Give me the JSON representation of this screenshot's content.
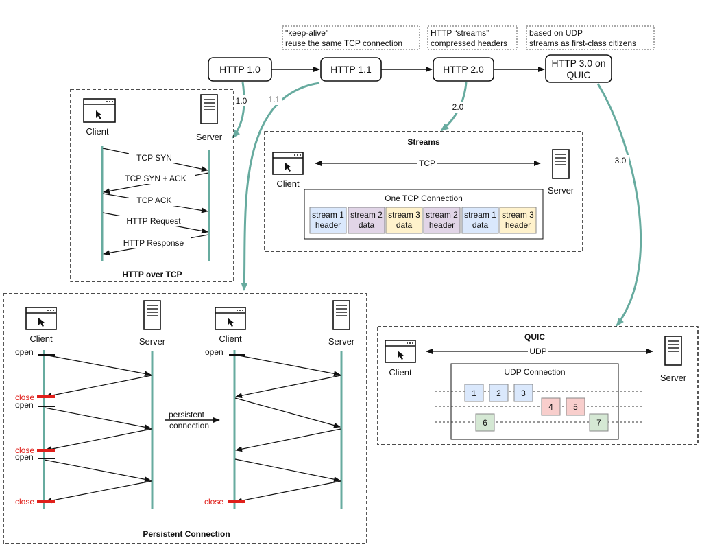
{
  "versions": {
    "v10": "HTTP 1.0",
    "v11": "HTTP 1.1",
    "v20": "HTTP 2.0",
    "v30_line1": "HTTP 3.0 on",
    "v30_line2": "QUIC"
  },
  "notes": {
    "v11_line1": "\"keep-alive\"",
    "v11_line2": "reuse the same TCP connection",
    "v20_line1": "HTTP “streams”",
    "v20_line2": "compressed headers",
    "v30_line1": "based on UDP",
    "v30_line2": "streams as first-class citizens"
  },
  "edge_labels": {
    "e10": "1.0",
    "e11": "1.1",
    "e20": "2.0",
    "e30": "3.0"
  },
  "tcp_panel": {
    "client": "Client",
    "server": "Server",
    "caption": "HTTP over TCP",
    "messages": [
      "TCP SYN",
      "TCP SYN + ACK",
      "TCP ACK",
      "HTTP Request",
      "HTTP Response"
    ]
  },
  "streams_panel": {
    "title": "Streams",
    "client": "Client",
    "server": "Server",
    "link": "TCP",
    "connection_label": "One TCP Connection",
    "cells": [
      {
        "line1": "stream 1",
        "line2": "header",
        "color": "#dae8fc"
      },
      {
        "line1": "stream 2",
        "line2": "data",
        "color": "#e1d5e7"
      },
      {
        "line1": "stream 3",
        "line2": "data",
        "color": "#fff2cc"
      },
      {
        "line1": "stream 2",
        "line2": "header",
        "color": "#e1d5e7"
      },
      {
        "line1": "stream 1",
        "line2": "data",
        "color": "#dae8fc"
      },
      {
        "line1": "stream 3",
        "line2": "header",
        "color": "#fff2cc"
      }
    ]
  },
  "persistent_panel": {
    "caption": "Persistent Connection",
    "client": "Client",
    "server": "Server",
    "open": "open",
    "close": "close",
    "middle_line1": "persistent",
    "middle_line2": "connection"
  },
  "quic_panel": {
    "title": "QUIC",
    "client": "Client",
    "server": "Server",
    "link": "UDP",
    "connection_label": "UDP Connection",
    "packets": [
      {
        "label": "1",
        "color": "#dae8fc"
      },
      {
        "label": "2",
        "color": "#dae8fc"
      },
      {
        "label": "3",
        "color": "#dae8fc"
      },
      {
        "label": "4",
        "color": "#f8cecc"
      },
      {
        "label": "5",
        "color": "#f8cecc"
      },
      {
        "label": "6",
        "color": "#d5e8d4"
      },
      {
        "label": "7",
        "color": "#d5e8d4"
      }
    ]
  },
  "colors": {
    "lifeline": "#67ab9f",
    "close": "#e0201b"
  }
}
